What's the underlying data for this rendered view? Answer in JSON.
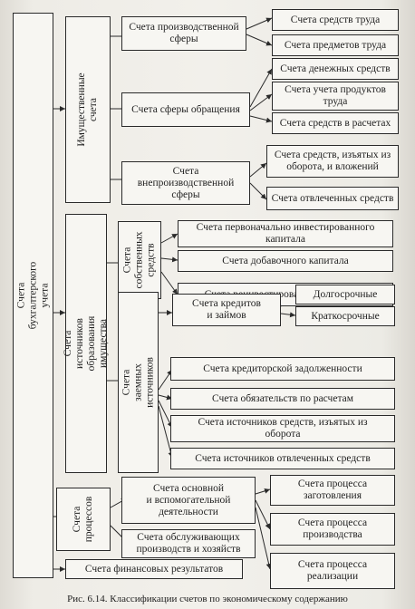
{
  "root": {
    "label": "Счета бухгалтерского учета"
  },
  "level1": {
    "property": "Имущественные счета",
    "sources": "Счета источников образования имущества",
    "processes": "Счета\nпроцессов",
    "financial_results": "Счета финансовых результатов"
  },
  "level2": {
    "production": "Счета производственной\nсферы",
    "circulation": "Счета сферы обращения",
    "nonproduction": "Счета\nвнепроизводственной\nсферы",
    "own": "Счета собственных\nсредств",
    "borrowed": "Счета заемных источников",
    "main_activity": "Счета основной\nи вспомогательной\nдеятельности",
    "service": "Счета обслуживающих\nпроизводств и хозяйств"
  },
  "level3": {
    "labor_means": "Счета средств труда",
    "labor_objects": "Счета предметов труда",
    "cash": "Счета денежных средств",
    "products": "Счета учета продуктов\nтруда",
    "settlements": "Счета средств в расчетах",
    "withdrawn": "Счета средств, изъятых из\nоборота, и вложений",
    "diverted": "Счета отвлеченных средств",
    "initial_capital": "Счета первоначально инвестированного\nкапитала",
    "additional_capital": "Счета добавочного капитала",
    "reinvested_capital": "Счета реинвестированного капитала",
    "credits_loans": "Счета кредитов\nи займов",
    "long_term": "Долгосрочные",
    "short_term": "Краткосрочные",
    "payables": "Счета кредиторской задолженности",
    "obligations": "Счета обязательств по расчетам",
    "withdrawn_sources": "Счета источников средств, изъятых из\nоборота",
    "diverted_sources": "Счета источников отвлеченных средств",
    "procurement": "Счета процесса\nзаготовления",
    "manufacturing": "Счета процесса\nпроизводства",
    "sales": "Счета процесса\nреализации"
  },
  "caption": "Рис. 6.14. Классификации счетов по экономическому содержанию"
}
